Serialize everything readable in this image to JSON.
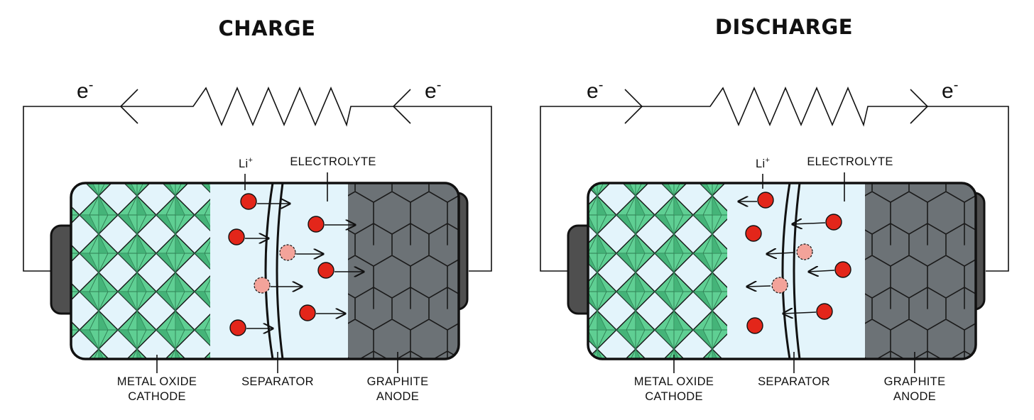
{
  "panels": [
    {
      "id": "charge",
      "title": "CHARGE",
      "electron_left": "e",
      "electron_right": "e",
      "electron_sign": "-",
      "current_direction": "right-to-left",
      "ion_label": "Li",
      "ion_charge": "+",
      "electrolyte_label": "ELECTROLYTE",
      "cathode_label_line1": "METAL OXIDE",
      "cathode_label_line2": "CATHODE",
      "separator_label": "SEPARATOR",
      "anode_label_line1": "GRAPHITE",
      "anode_label_line2": "ANODE",
      "ion_direction": "toward-anode"
    },
    {
      "id": "discharge",
      "title": "DISCHARGE",
      "electron_left": "e",
      "electron_right": "e",
      "electron_sign": "-",
      "current_direction": "left-to-right",
      "ion_label": "Li",
      "ion_charge": "+",
      "electrolyte_label": "ELECTROLYTE",
      "cathode_label_line1": "METAL OXIDE",
      "cathode_label_line2": "CATHODE",
      "separator_label": "SEPARATOR",
      "anode_label_line1": "GRAPHITE",
      "anode_label_line2": "ANODE",
      "ion_direction": "toward-cathode"
    }
  ],
  "colors": {
    "cathode_crystal": "#5fcf93",
    "cathode_crystal_dark": "#3aa86e",
    "electrolyte": "#e3f4fb",
    "graphite": "#6c7276",
    "terminal": "#4f4f4f",
    "lithium_ion": "#e3261a",
    "lithium_ion_faded": "#f3a39a",
    "outline": "#111111"
  }
}
